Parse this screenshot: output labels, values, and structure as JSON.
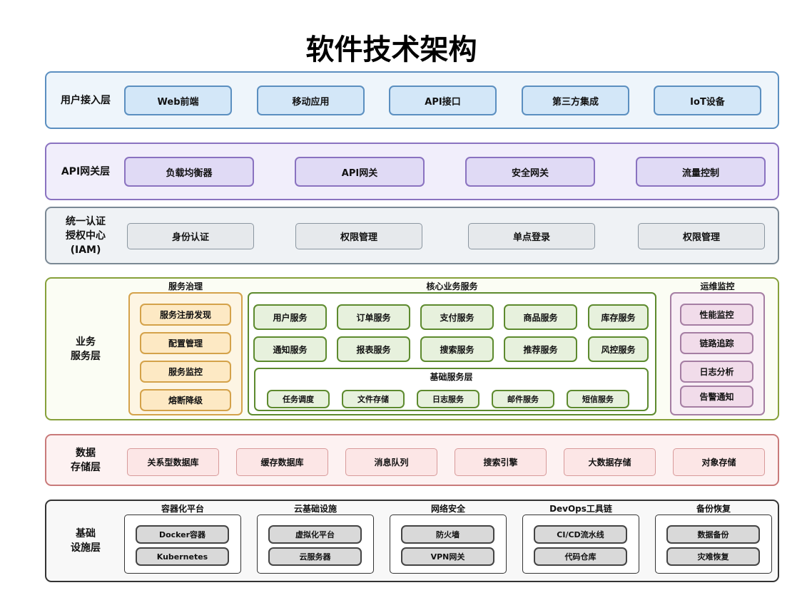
{
  "title": "软件技术架构",
  "layers": {
    "access": {
      "label": "用户接入层",
      "items": [
        "Web前端",
        "移动应用",
        "API接口",
        "第三方集成",
        "IoT设备"
      ]
    },
    "gateway": {
      "label": "API网关层",
      "items": [
        "负载均衡器",
        "API网关",
        "安全网关",
        "流量控制"
      ]
    },
    "iam": {
      "label": "统一认证\n授权中心\n(IAM)",
      "items": [
        "身份认证",
        "权限管理",
        "单点登录",
        "权限管理"
      ]
    },
    "business": {
      "label": "业务\n服务层",
      "governance": {
        "title": "服务治理",
        "items": [
          "服务注册发现",
          "配置管理",
          "服务监控",
          "熔断降级"
        ]
      },
      "core": {
        "title": "核心业务服务",
        "row1": [
          "用户服务",
          "订单服务",
          "支付服务",
          "商品服务",
          "库存服务"
        ],
        "row2": [
          "通知服务",
          "报表服务",
          "搜索服务",
          "推荐服务",
          "风控服务"
        ],
        "foundation": {
          "title": "基础服务层",
          "items": [
            "任务调度",
            "文件存储",
            "日志服务",
            "邮件服务",
            "短信服务"
          ]
        }
      },
      "ops": {
        "title": "运维监控",
        "items": [
          "性能监控",
          "链路追踪",
          "日志分析",
          "告警通知"
        ]
      }
    },
    "storage": {
      "label": "数据\n存储层",
      "items": [
        "关系型数据库",
        "缓存数据库",
        "消息队列",
        "搜索引擎",
        "大数据存储",
        "对象存储"
      ]
    },
    "infra": {
      "label": "基础\n设施层",
      "groups": [
        {
          "title": "容器化平台",
          "items": [
            "Docker容器",
            "Kubernetes"
          ]
        },
        {
          "title": "云基础设施",
          "items": [
            "虚拟化平台",
            "云服务器"
          ]
        },
        {
          "title": "网络安全",
          "items": [
            "防火墙",
            "VPN网关"
          ]
        },
        {
          "title": "DevOps工具链",
          "items": [
            "CI/CD流水线",
            "代码仓库"
          ]
        },
        {
          "title": "备份恢复",
          "items": [
            "数据备份",
            "灾难恢复"
          ]
        }
      ]
    }
  },
  "colors": {
    "access": {
      "bg": "#eef5fb",
      "border": "#5b8fc0",
      "box": "#d3e7f8"
    },
    "gateway": {
      "bg": "#f1eefb",
      "border": "#8a72c0",
      "box": "#e0daf5"
    },
    "iam": {
      "bg": "#eff2f5",
      "border": "#7a8894",
      "box": "#e6e9ec"
    },
    "business": {
      "bg": "#fbfdf4",
      "border": "#86a03a"
    },
    "governance": {
      "bg": "#fdf5e3",
      "border": "#d4a24a",
      "box": "#fde9c4"
    },
    "core": {
      "bg": "#ffffff",
      "border": "#5d8a2e",
      "box": "#e7f1dd"
    },
    "ops": {
      "bg": "#f8eef5",
      "border": "#a57ea3",
      "box": "#f1dcea"
    },
    "storage": {
      "bg": "#fdf2f2",
      "border": "#c97a7a",
      "box": "#fce6e6"
    },
    "infra": {
      "bg": "#f8f8f8",
      "border": "#333333",
      "box": "#d9d9d9"
    }
  }
}
